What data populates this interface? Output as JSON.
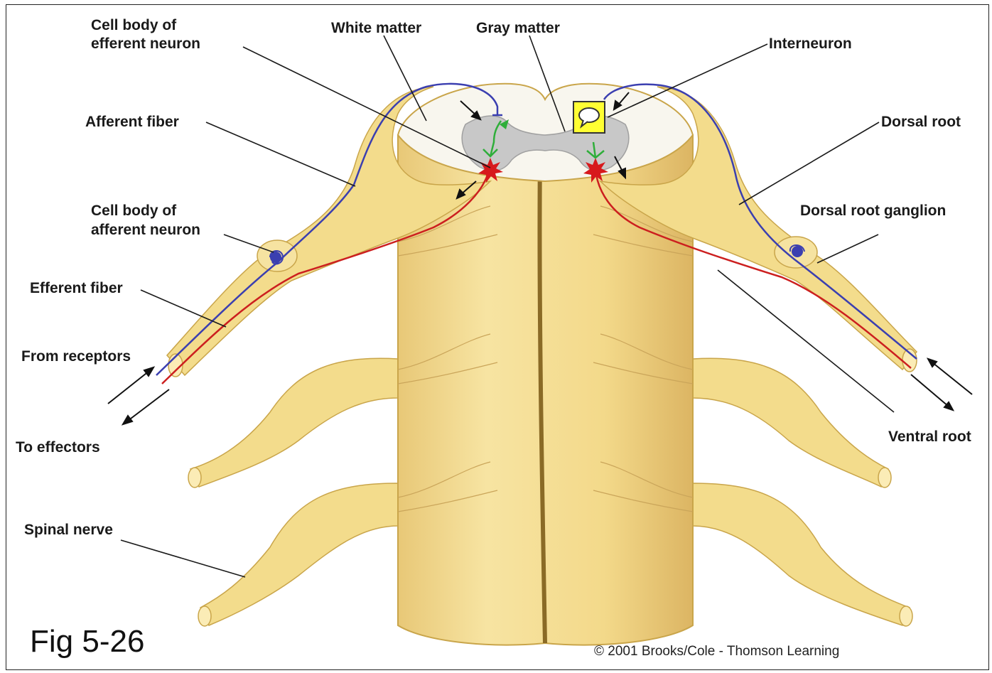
{
  "labels": {
    "cell_body_efferent": [
      "Cell body of",
      "efferent neuron"
    ],
    "white_matter": "White matter",
    "gray_matter": "Gray matter",
    "interneuron": "Interneuron",
    "afferent_fiber": "Afferent fiber",
    "dorsal_root": "Dorsal root",
    "cell_body_afferent": [
      "Cell body of",
      "afferent neuron"
    ],
    "dorsal_root_ganglion": "Dorsal root ganglion",
    "efferent_fiber": "Efferent fiber",
    "from_receptors": "From receptors",
    "to_effectors": "To effectors",
    "ventral_root": "Ventral root",
    "spinal_nerve": "Spinal nerve"
  },
  "caption": {
    "figure": "Fig 5-26",
    "copyright": "© 2001 Brooks/Cole - Thomson Learning"
  },
  "colors": {
    "nerve_fill": "#f3dc8c",
    "nerve_outline": "#c9a54a",
    "white_matter": "#f8f6ee",
    "gray_matter": "#c8c8c8",
    "afferent_path": "#3b3fb0",
    "efferent_path": "#cc1f1f",
    "interneuron": "#2fae3a",
    "synapse": "#d7191c",
    "note_icon": "#ffff33"
  }
}
